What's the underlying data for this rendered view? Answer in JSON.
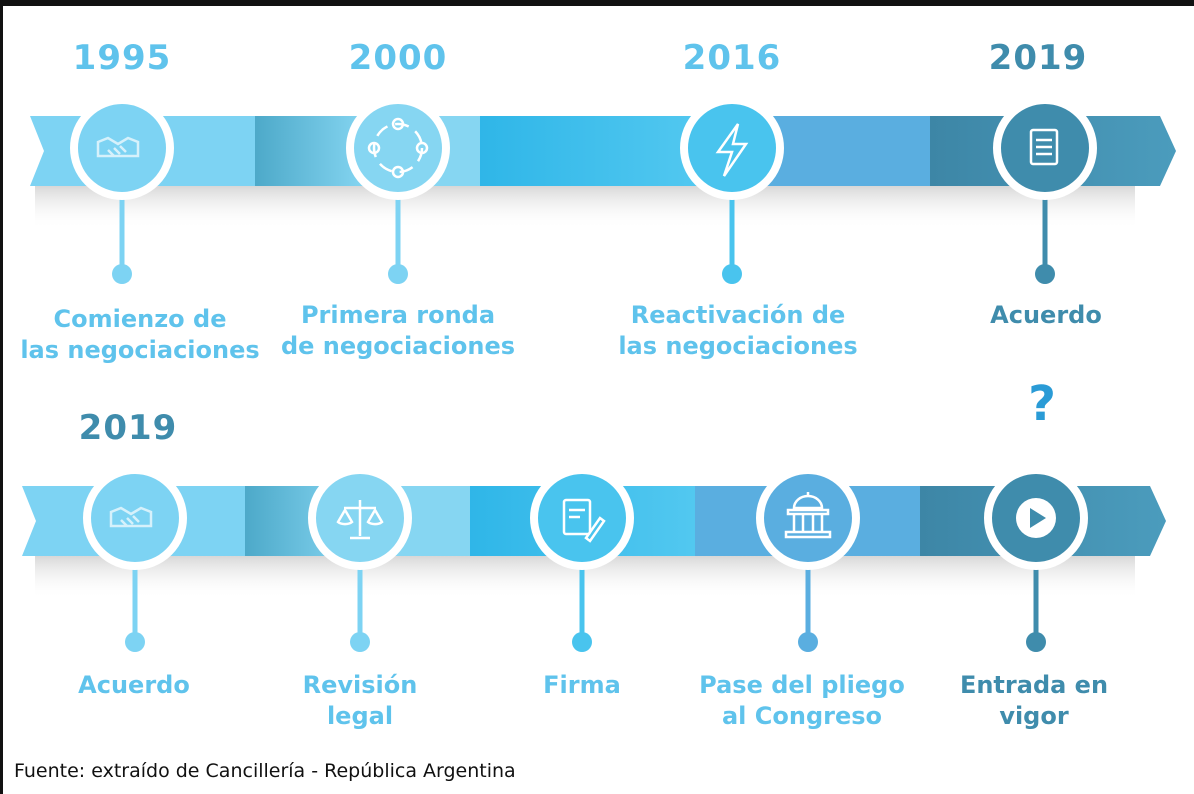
{
  "colors": {
    "light": "#6cccf0",
    "mid": "#49c4ee",
    "blue": "#5aaee0",
    "dark": "#3f8cac",
    "text_light": "#5fc3ec",
    "text_dark": "#3f8cac"
  },
  "top_row": {
    "years": [
      "1995",
      "2000",
      "2016",
      "2019"
    ],
    "labels": [
      [
        "Comienzo de",
        "las negociaciones"
      ],
      [
        "Primera ronda",
        "de negociaciones"
      ],
      [
        "Reactivación de",
        "las negociaciones"
      ],
      [
        "Acuerdo",
        ""
      ]
    ],
    "icons": [
      "handshake-icon",
      "people-circle-icon",
      "lightning-icon",
      "document-icon"
    ]
  },
  "bottom_row": {
    "year": "2019",
    "question_mark": "?",
    "labels": [
      [
        "Acuerdo",
        ""
      ],
      [
        "Revisión",
        "legal"
      ],
      [
        "Firma",
        ""
      ],
      [
        "Pase del pliego",
        "al Congreso"
      ],
      [
        "Entrada en",
        "vigor"
      ]
    ],
    "icons": [
      "handshake-icon",
      "scales-icon",
      "signature-icon",
      "congress-icon",
      "play-icon"
    ]
  },
  "footer": "Fuente: extraído de Cancillería - República Argentina"
}
